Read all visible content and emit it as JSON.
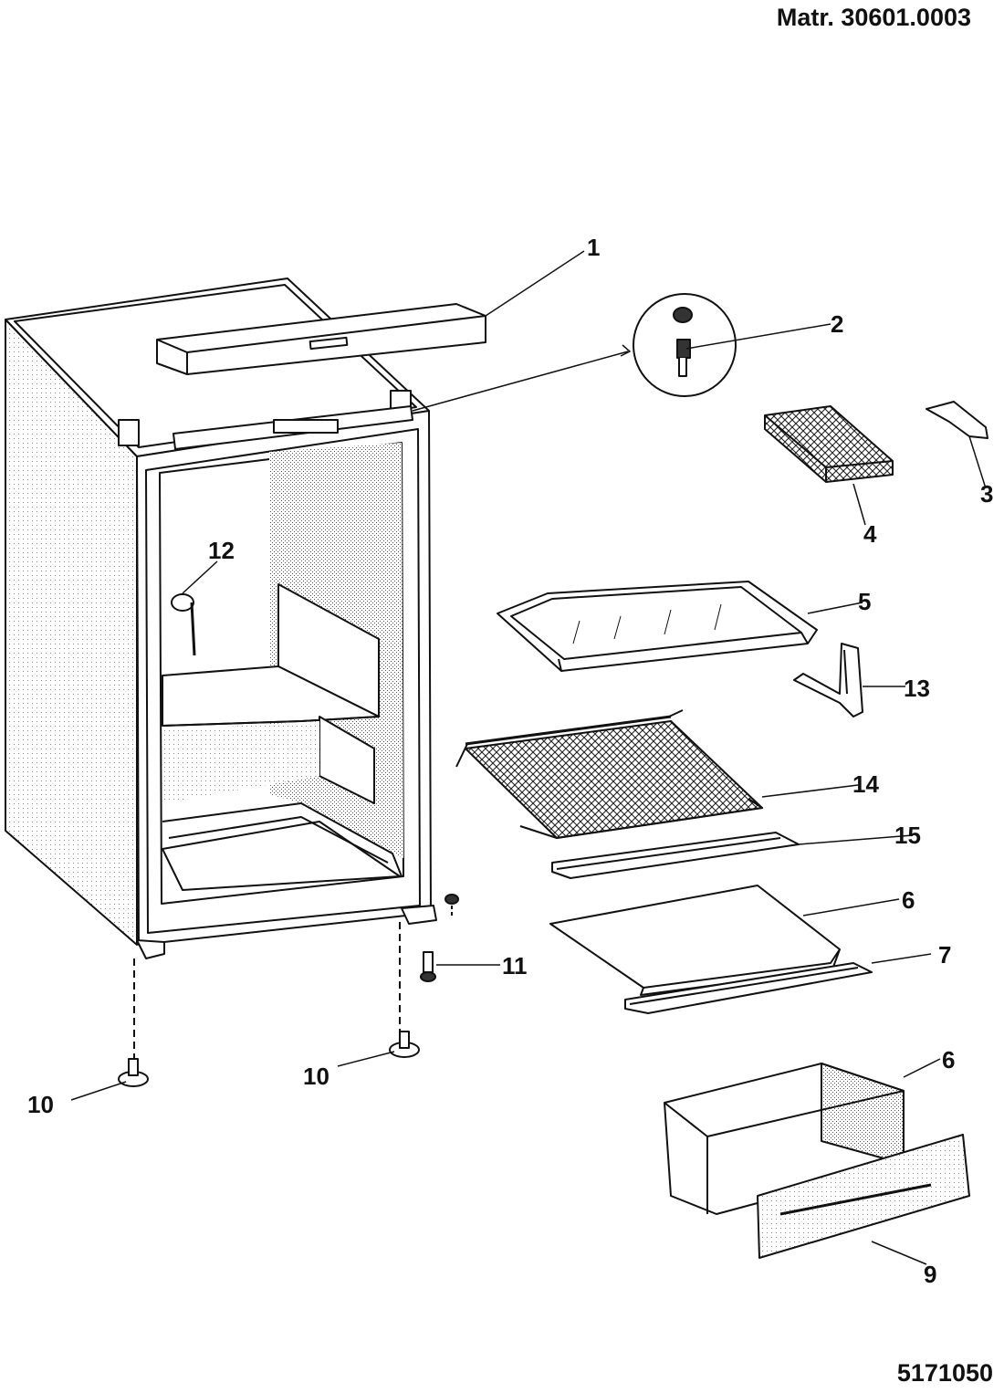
{
  "header": {
    "matr": "Matr. 30601.0003"
  },
  "footer": {
    "code": "5171050"
  },
  "callouts": {
    "c1": "1",
    "c2": "2",
    "c3": "3",
    "c4": "4",
    "c5": "5",
    "c6a": "6",
    "c6b": "6",
    "c7": "7",
    "c9": "9",
    "c10a": "10",
    "c10b": "10",
    "c11": "11",
    "c12": "12",
    "c13": "13",
    "c14": "14",
    "c15": "15"
  },
  "parts": [
    {
      "callout": "1",
      "icon": "top-cover-panel"
    },
    {
      "callout": "2",
      "icon": "hinge-pin-detail"
    },
    {
      "callout": "3",
      "icon": "ice-scraper"
    },
    {
      "callout": "4",
      "icon": "ice-cube-tray"
    },
    {
      "callout": "5",
      "icon": "glass-shelf"
    },
    {
      "callout": "6",
      "icon": "vegetable-drawer-and-cover"
    },
    {
      "callout": "7",
      "icon": "shelf-trim"
    },
    {
      "callout": "9",
      "icon": "drawer-front"
    },
    {
      "callout": "10",
      "icon": "adjustable-foot"
    },
    {
      "callout": "11",
      "icon": "hinge-screw"
    },
    {
      "callout": "12",
      "icon": "thermostat-knob"
    },
    {
      "callout": "13",
      "icon": "drip-tray-bracket"
    },
    {
      "callout": "14",
      "icon": "wire-shelf"
    },
    {
      "callout": "15",
      "icon": "shelf-front-trim"
    }
  ]
}
